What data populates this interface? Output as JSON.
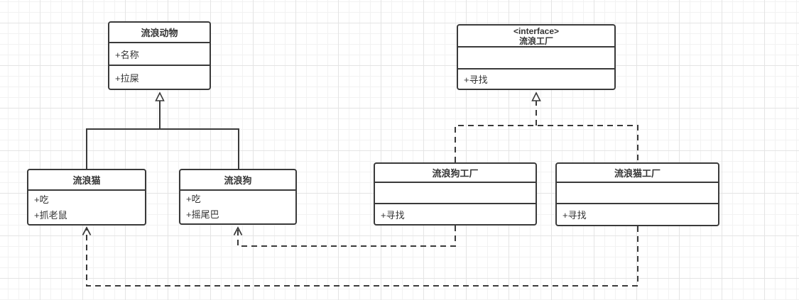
{
  "canvas": {
    "colors": {
      "stroke": "#3a3a3a",
      "fill": "#ffffff",
      "text": "#333333",
      "grid_minor": "#f2f2f2",
      "grid_major": "#e4e4e4"
    }
  },
  "classes": {
    "animal": {
      "title": "流浪动物",
      "attribute": "+名称",
      "method": "+拉屎"
    },
    "factory_interface": {
      "stereotype": "<interface>",
      "title": "流浪工厂",
      "attributes": "",
      "method": "+寻找"
    },
    "cat": {
      "title": "流浪猫",
      "rows": [
        "+吃",
        "+抓老鼠"
      ]
    },
    "dog": {
      "title": "流浪狗",
      "rows": [
        "+吃",
        "+摇尾巴"
      ]
    },
    "dog_factory": {
      "title": "流浪狗工厂",
      "attributes": "",
      "method": "+寻找"
    },
    "cat_factory": {
      "title": "流浪猫工厂",
      "attributes": "",
      "method": "+寻找"
    }
  }
}
